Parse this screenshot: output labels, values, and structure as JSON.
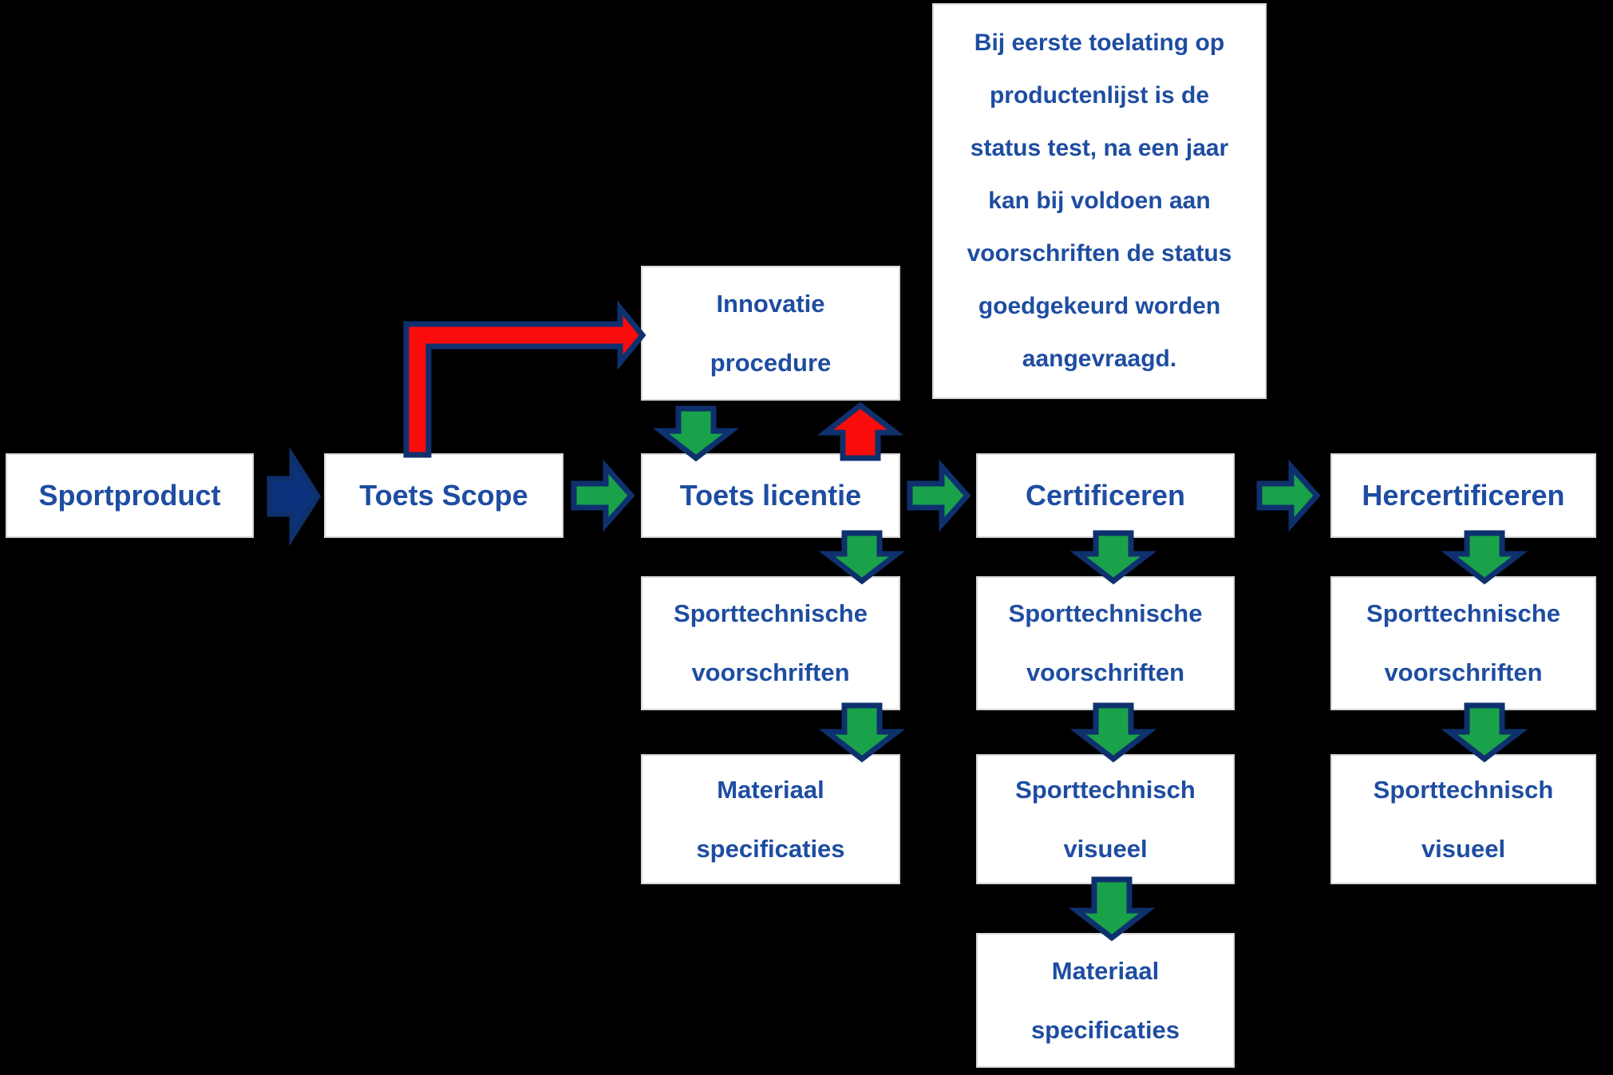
{
  "labels": {
    "sportproduct": "Sportproduct",
    "toets_scope": "Toets Scope",
    "toets_licentie": "Toets licentie",
    "certificeren": "Certificeren",
    "hercertificeren": "Hercertificeren",
    "innovatie_procedure": "Innovatie\nprocedure",
    "sporttechnische_voorschriften": "Sporttechnische\nvoorschriften",
    "sporttechnisch_visueel": "Sporttechnisch\nvisueel",
    "materiaal_specificaties": "Materiaal\nspecificaties",
    "note": "Bij eerste toelating op\nproductenlijst is de\nstatus test, na een jaar\nkan bij voldoen aan\nvoorschriften de status\ngoedgekeurd worden\naangevraagd."
  },
  "colors": {
    "background": "#000000",
    "text": "#1E4DA1",
    "box_fill": "#FFFFFF",
    "green": "#1AA24B",
    "red": "#FA0C0C",
    "blue": "#0D337F",
    "outline": "#0E316E"
  },
  "connections": [
    {
      "from": "Sportproduct",
      "to": "Toets Scope",
      "style": "blue-arrow"
    },
    {
      "from": "Toets Scope",
      "to": "Toets licentie",
      "style": "green-arrow"
    },
    {
      "from": "Toets Scope",
      "to": "Innovatie procedure",
      "style": "red-elbow-arrow"
    },
    {
      "from": "Innovatie procedure",
      "to": "Toets licentie",
      "style": "green-arrow"
    },
    {
      "from": "Toets licentie",
      "to": "Innovatie procedure",
      "style": "red-arrow"
    },
    {
      "from": "Toets licentie",
      "to": "Certificeren",
      "style": "green-arrow"
    },
    {
      "from": "Certificeren",
      "to": "Hercertificeren",
      "style": "green-arrow"
    },
    {
      "from": "Toets licentie",
      "to": "Sporttechnische voorschriften",
      "style": "green-arrow"
    },
    {
      "from": "Sporttechnische voorschriften (Toets licentie)",
      "to": "Materiaal specificaties",
      "style": "green-arrow"
    },
    {
      "from": "Certificeren",
      "to": "Sporttechnische voorschriften",
      "style": "green-arrow"
    },
    {
      "from": "Sporttechnische voorschriften (Certificeren)",
      "to": "Sporttechnisch visueel",
      "style": "green-arrow"
    },
    {
      "from": "Sporttechnisch visueel (Certificeren)",
      "to": "Materiaal specificaties",
      "style": "green-arrow"
    },
    {
      "from": "Hercertificeren",
      "to": "Sporttechnische voorschriften",
      "style": "green-arrow"
    },
    {
      "from": "Sporttechnische voorschriften (Hercertificeren)",
      "to": "Sporttechnisch visueel",
      "style": "green-arrow"
    }
  ]
}
